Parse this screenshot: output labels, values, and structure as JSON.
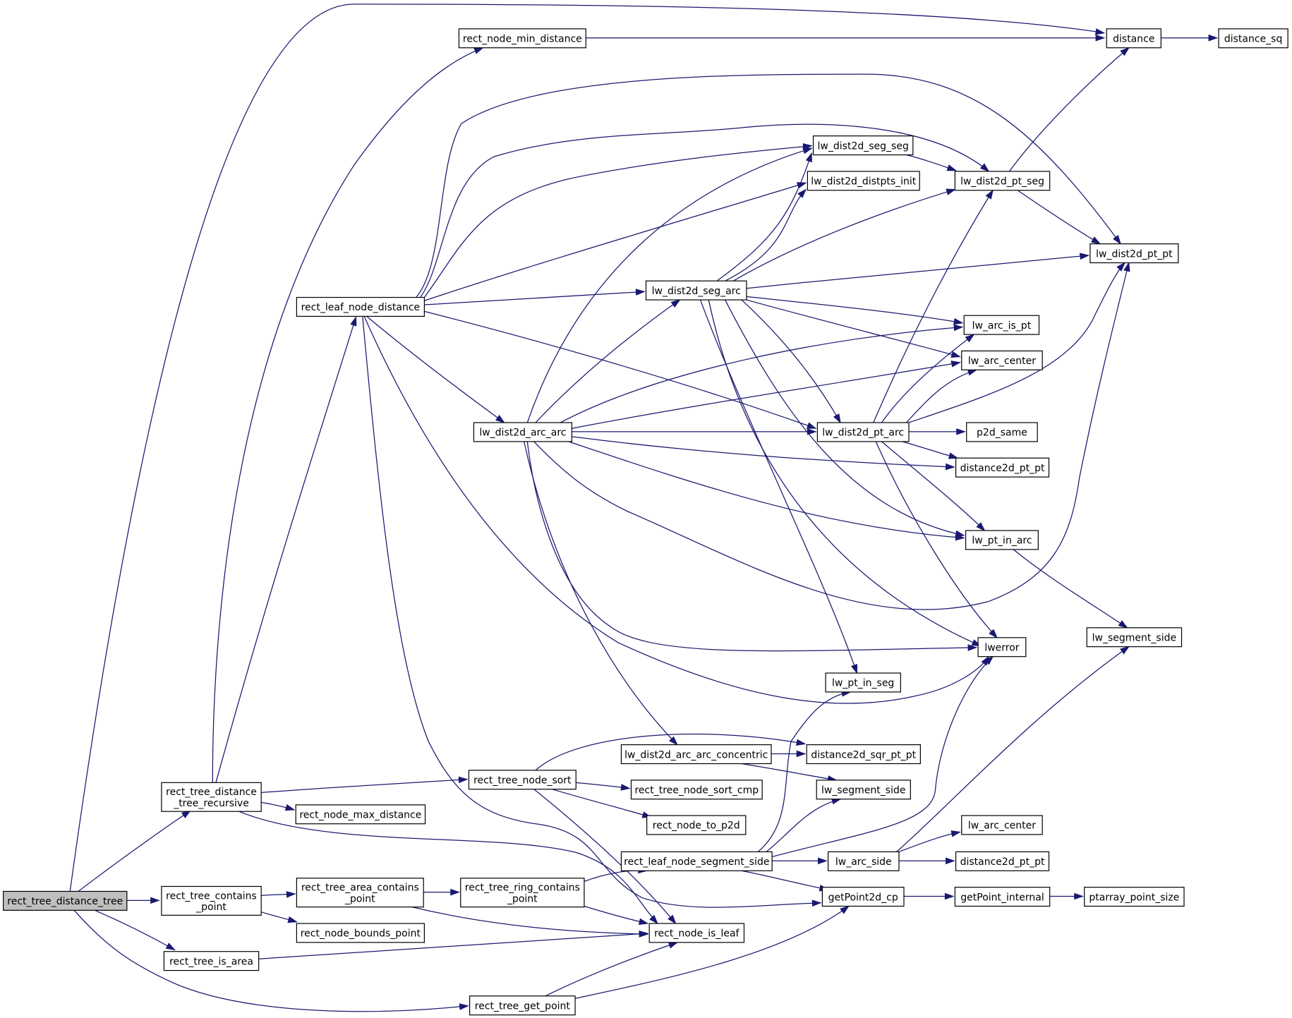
{
  "graph": {
    "root": "rect_tree_distance_tree",
    "nodes": {
      "rect_tree_distance_tree": [
        "rect_tree_distance_tree"
      ],
      "rect_tree_distance_tree_recursive": [
        "rect_tree_distance",
        "_tree_recursive"
      ],
      "rect_tree_contains_point": [
        "rect_tree_contains",
        "_point"
      ],
      "rect_tree_is_area": [
        "rect_tree_is_area"
      ],
      "rect_tree_get_point": [
        "rect_tree_get_point"
      ],
      "rect_node_min_distance": [
        "rect_node_min_distance"
      ],
      "rect_leaf_node_distance": [
        "rect_leaf_node_distance"
      ],
      "rect_node_max_distance": [
        "rect_node_max_distance"
      ],
      "rect_tree_area_contains_point": [
        "rect_tree_area_contains",
        "_point"
      ],
      "rect_node_bounds_point": [
        "rect_node_bounds_point"
      ],
      "lw_dist2d_arc_arc": [
        "lw_dist2d_arc_arc"
      ],
      "rect_tree_node_sort": [
        "rect_tree_node_sort"
      ],
      "rect_tree_ring_contains_point": [
        "rect_tree_ring_contains",
        "_point"
      ],
      "lw_dist2d_seg_arc": [
        "lw_dist2d_seg_arc"
      ],
      "lw_dist2d_arc_arc_concentric": [
        "lw_dist2d_arc_arc_concentric"
      ],
      "rect_tree_node_sort_cmp": [
        "rect_tree_node_sort_cmp"
      ],
      "rect_node_to_p2d": [
        "rect_node_to_p2d"
      ],
      "rect_leaf_node_segment_side": [
        "rect_leaf_node_segment_side"
      ],
      "rect_node_is_leaf": [
        "rect_node_is_leaf"
      ],
      "lw_dist2d_seg_seg": [
        "lw_dist2d_seg_seg"
      ],
      "lw_dist2d_distpts_init": [
        "lw_dist2d_distpts_init"
      ],
      "lw_dist2d_pt_arc": [
        "lw_dist2d_pt_arc"
      ],
      "lw_pt_in_seg": [
        "lw_pt_in_seg"
      ],
      "distance2d_sqr_pt_pt": [
        "distance2d_sqr_pt_pt"
      ],
      "lw_segment_side_a": [
        "lw_segment_side"
      ],
      "lw_arc_side": [
        "lw_arc_side"
      ],
      "getPoint2d_cp": [
        "getPoint2d_cp"
      ],
      "lw_dist2d_pt_seg": [
        "lw_dist2d_pt_seg"
      ],
      "lw_arc_is_pt": [
        "lw_arc_is_pt"
      ],
      "lw_arc_center_a": [
        "lw_arc_center"
      ],
      "p2d_same": [
        "p2d_same"
      ],
      "distance2d_pt_pt_a": [
        "distance2d_pt_pt"
      ],
      "lw_pt_in_arc": [
        "lw_pt_in_arc"
      ],
      "lwerror": [
        "lwerror"
      ],
      "lw_arc_center_b": [
        "lw_arc_center"
      ],
      "distance2d_pt_pt_b": [
        "distance2d_pt_pt"
      ],
      "getPoint_internal": [
        "getPoint_internal"
      ],
      "distance": [
        "distance"
      ],
      "lw_dist2d_pt_pt": [
        "lw_dist2d_pt_pt"
      ],
      "lw_segment_side_b": [
        "lw_segment_side"
      ],
      "ptarray_point_size": [
        "ptarray_point_size"
      ],
      "distance_sq": [
        "distance_sq"
      ]
    },
    "edges": [
      [
        "rect_tree_distance_tree",
        "distance"
      ],
      [
        "rect_tree_distance_tree",
        "rect_tree_distance_tree_recursive"
      ],
      [
        "rect_tree_distance_tree",
        "rect_tree_contains_point"
      ],
      [
        "rect_tree_distance_tree",
        "rect_tree_is_area"
      ],
      [
        "rect_tree_distance_tree",
        "rect_tree_get_point"
      ],
      [
        "rect_tree_distance_tree_recursive",
        "rect_node_min_distance"
      ],
      [
        "rect_tree_distance_tree_recursive",
        "rect_leaf_node_distance"
      ],
      [
        "rect_tree_distance_tree_recursive",
        "rect_tree_node_sort"
      ],
      [
        "rect_tree_distance_tree_recursive",
        "rect_node_max_distance"
      ],
      [
        "rect_tree_distance_tree_recursive",
        "rect_node_is_leaf"
      ],
      [
        "rect_tree_contains_point",
        "rect_tree_area_contains_point"
      ],
      [
        "rect_tree_contains_point",
        "rect_node_bounds_point"
      ],
      [
        "rect_tree_is_area",
        "rect_node_is_leaf"
      ],
      [
        "rect_tree_get_point",
        "rect_node_is_leaf"
      ],
      [
        "rect_tree_get_point",
        "getPoint2d_cp"
      ],
      [
        "rect_node_min_distance",
        "distance"
      ],
      [
        "rect_leaf_node_distance",
        "lw_dist2d_pt_pt"
      ],
      [
        "rect_leaf_node_distance",
        "lw_dist2d_pt_seg"
      ],
      [
        "rect_leaf_node_distance",
        "lw_dist2d_seg_seg"
      ],
      [
        "rect_leaf_node_distance",
        "lw_dist2d_distpts_init"
      ],
      [
        "rect_leaf_node_distance",
        "lw_dist2d_seg_arc"
      ],
      [
        "rect_leaf_node_distance",
        "lw_dist2d_arc_arc"
      ],
      [
        "rect_leaf_node_distance",
        "lw_dist2d_pt_arc"
      ],
      [
        "rect_leaf_node_distance",
        "lwerror"
      ],
      [
        "rect_leaf_node_distance",
        "getPoint2d_cp"
      ],
      [
        "rect_tree_area_contains_point",
        "rect_tree_ring_contains_point"
      ],
      [
        "rect_tree_area_contains_point",
        "rect_node_is_leaf"
      ],
      [
        "rect_tree_node_sort",
        "distance2d_sqr_pt_pt"
      ],
      [
        "rect_tree_node_sort",
        "rect_tree_node_sort_cmp"
      ],
      [
        "rect_tree_node_sort",
        "rect_node_to_p2d"
      ],
      [
        "rect_tree_node_sort",
        "rect_node_is_leaf"
      ],
      [
        "rect_tree_ring_contains_point",
        "rect_leaf_node_segment_side"
      ],
      [
        "rect_tree_ring_contains_point",
        "rect_node_is_leaf"
      ],
      [
        "lw_dist2d_arc_arc",
        "lw_dist2d_seg_seg"
      ],
      [
        "lw_dist2d_arc_arc",
        "lw_dist2d_seg_arc"
      ],
      [
        "lw_dist2d_arc_arc",
        "lw_arc_is_pt"
      ],
      [
        "lw_dist2d_arc_arc",
        "lw_arc_center_a"
      ],
      [
        "lw_dist2d_arc_arc",
        "lw_dist2d_pt_arc"
      ],
      [
        "lw_dist2d_arc_arc",
        "distance2d_pt_pt_a"
      ],
      [
        "lw_dist2d_arc_arc",
        "lw_pt_in_arc"
      ],
      [
        "lw_dist2d_arc_arc",
        "lw_dist2d_pt_pt"
      ],
      [
        "lw_dist2d_arc_arc",
        "lwerror"
      ],
      [
        "lw_dist2d_arc_arc",
        "lw_dist2d_arc_arc_concentric"
      ],
      [
        "lw_dist2d_seg_arc",
        "lw_dist2d_seg_seg"
      ],
      [
        "lw_dist2d_seg_arc",
        "lw_dist2d_distpts_init"
      ],
      [
        "lw_dist2d_seg_arc",
        "lw_dist2d_pt_seg"
      ],
      [
        "lw_dist2d_seg_arc",
        "lw_dist2d_pt_pt"
      ],
      [
        "lw_dist2d_seg_arc",
        "lw_arc_is_pt"
      ],
      [
        "lw_dist2d_seg_arc",
        "lw_arc_center_a"
      ],
      [
        "lw_dist2d_seg_arc",
        "lw_dist2d_pt_arc"
      ],
      [
        "lw_dist2d_seg_arc",
        "lw_pt_in_arc"
      ],
      [
        "lw_dist2d_seg_arc",
        "lwerror"
      ],
      [
        "lw_dist2d_seg_arc",
        "lw_pt_in_seg"
      ],
      [
        "lw_dist2d_arc_arc_concentric",
        "distance2d_sqr_pt_pt"
      ],
      [
        "lw_dist2d_arc_arc_concentric",
        "lw_segment_side_a"
      ],
      [
        "rect_leaf_node_segment_side",
        "lw_pt_in_seg"
      ],
      [
        "rect_leaf_node_segment_side",
        "lw_segment_side_a"
      ],
      [
        "rect_leaf_node_segment_side",
        "lwerror"
      ],
      [
        "rect_leaf_node_segment_side",
        "lw_arc_side"
      ],
      [
        "rect_leaf_node_segment_side",
        "getPoint2d_cp"
      ],
      [
        "lw_dist2d_seg_seg",
        "lw_dist2d_pt_seg"
      ],
      [
        "lw_dist2d_pt_arc",
        "lw_dist2d_pt_seg"
      ],
      [
        "lw_dist2d_pt_arc",
        "lw_dist2d_pt_pt"
      ],
      [
        "lw_dist2d_pt_arc",
        "lw_arc_is_pt"
      ],
      [
        "lw_dist2d_pt_arc",
        "lw_arc_center_a"
      ],
      [
        "lw_dist2d_pt_arc",
        "p2d_same"
      ],
      [
        "lw_dist2d_pt_arc",
        "distance2d_pt_pt_a"
      ],
      [
        "lw_dist2d_pt_arc",
        "lw_pt_in_arc"
      ],
      [
        "lw_dist2d_pt_arc",
        "lwerror"
      ],
      [
        "lw_arc_side",
        "lw_arc_center_b"
      ],
      [
        "lw_arc_side",
        "distance2d_pt_pt_b"
      ],
      [
        "lw_arc_side",
        "lw_segment_side_b"
      ],
      [
        "getPoint2d_cp",
        "getPoint_internal"
      ],
      [
        "lw_dist2d_pt_seg",
        "distance"
      ],
      [
        "lw_dist2d_pt_seg",
        "lw_dist2d_pt_pt"
      ],
      [
        "lw_pt_in_arc",
        "lw_segment_side_b"
      ],
      [
        "getPoint_internal",
        "ptarray_point_size"
      ],
      [
        "distance",
        "distance_sq"
      ]
    ]
  }
}
